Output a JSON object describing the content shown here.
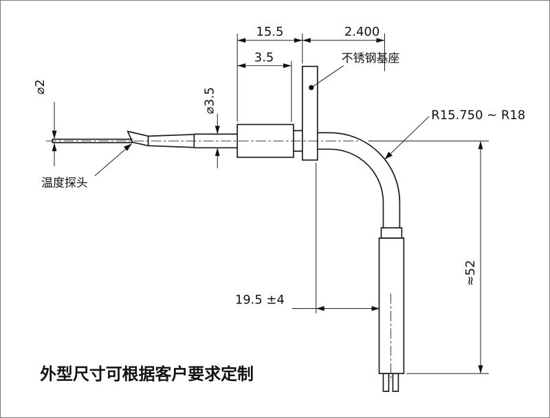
{
  "drawing": {
    "dimensions": {
      "overall_length": "15.5",
      "cable_length": "2.400",
      "body_length": "3.5",
      "probe_diameter": "⌀2",
      "shaft_diameter": "⌀3.5",
      "bend_radius": "R15.750 ~ R18",
      "drop_length": "≈52",
      "center_offset": "19.5 ±4"
    },
    "labels": {
      "stainless_steel_base": "不锈钢基座",
      "temperature_probe": "温度探头"
    },
    "note": "外型尺寸可根据客户要求定制"
  }
}
